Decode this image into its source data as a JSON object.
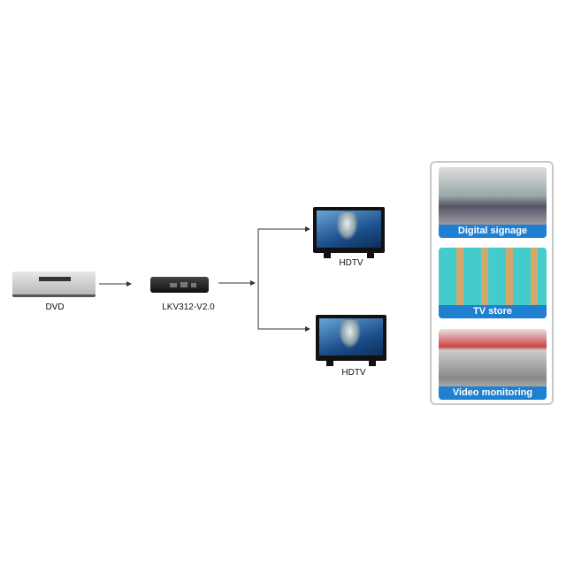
{
  "devices": {
    "source": "DVD",
    "switch": "LKV312-V2.0",
    "display_1": "HDTV",
    "display_2": "HDTV"
  },
  "applications": [
    {
      "caption": "Digital signage"
    },
    {
      "caption": "TV store"
    },
    {
      "caption": "Video monitoring"
    }
  ],
  "colors": {
    "caption_bar": "#1f7fd0",
    "line": "#333333"
  }
}
